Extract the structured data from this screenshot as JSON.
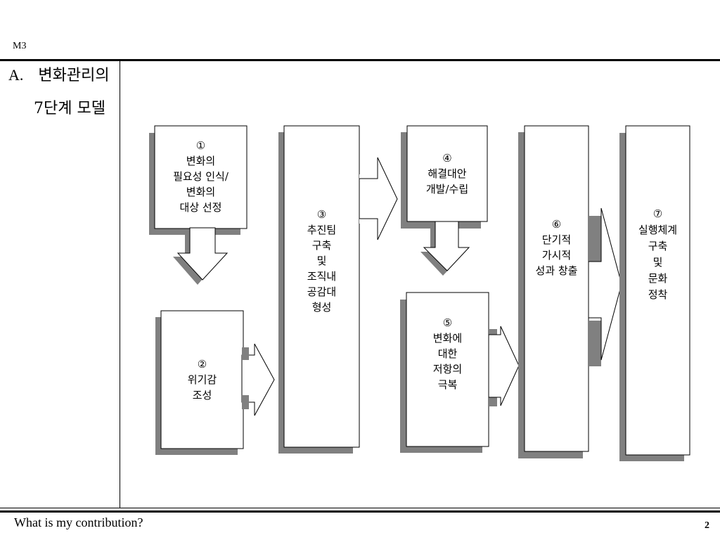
{
  "header": {
    "code": "M3"
  },
  "title": {
    "prefix": "A.",
    "line1": "변화관리의",
    "line2": "7단계 모델"
  },
  "steps": [
    {
      "num": "①",
      "lines": [
        "변화의",
        "필요성 인식/",
        "변화의",
        "대상 선정"
      ]
    },
    {
      "num": "②",
      "lines": [
        "위기감",
        "조성"
      ]
    },
    {
      "num": "③",
      "lines": [
        "추진팀",
        "구축",
        "및",
        "조직내",
        "공감대",
        "형성"
      ]
    },
    {
      "num": "④",
      "lines": [
        "해결대안",
        "개발/수립"
      ]
    },
    {
      "num": "⑤",
      "lines": [
        "변화에",
        "대한",
        "저항의",
        "극복"
      ]
    },
    {
      "num": "⑥",
      "lines": [
        "단기적",
        "가시적",
        "성과 창출"
      ]
    },
    {
      "num": "⑦",
      "lines": [
        "실행체계",
        "구축",
        "및",
        "문화",
        "정착"
      ]
    }
  ],
  "footer": {
    "text": "What is my contribution?",
    "page": "2"
  }
}
